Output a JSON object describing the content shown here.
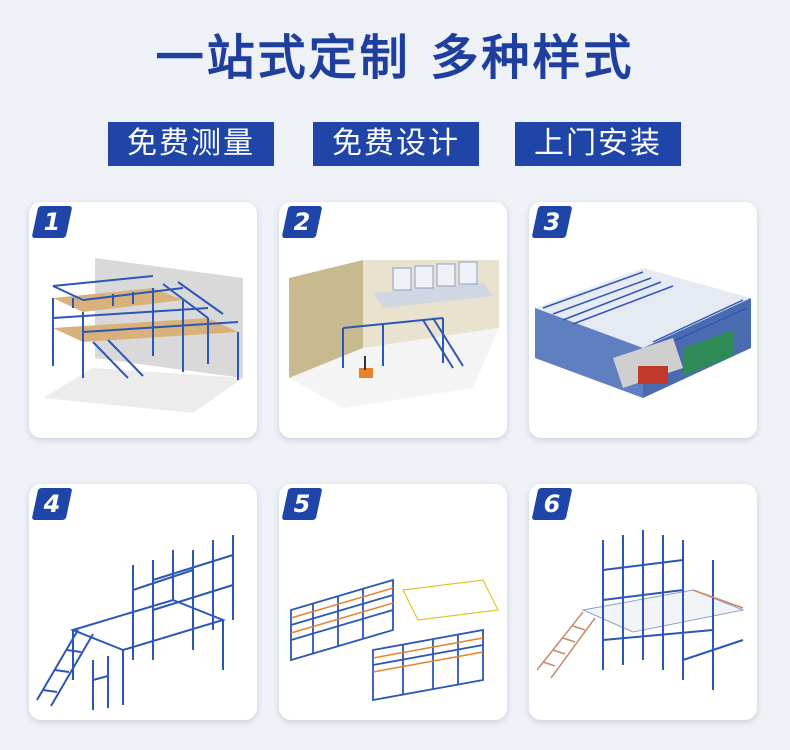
{
  "headline": "一站式定制 多种样式",
  "tags": [
    "免费测量",
    "免费设计",
    "上门安装"
  ],
  "cards": [
    {
      "number": "1",
      "icon": "steel-platform-with-stairs-illustration"
    },
    {
      "number": "2",
      "icon": "warehouse-mezzanine-with-forklift-illustration"
    },
    {
      "number": "3",
      "icon": "multi-tier-racking-warehouse-illustration"
    },
    {
      "number": "4",
      "icon": "two-level-rack-platform-illustration"
    },
    {
      "number": "5",
      "icon": "shelving-rack-layout-illustration"
    },
    {
      "number": "6",
      "icon": "rack-mezzanine-with-stairs-illustration"
    }
  ],
  "colors": {
    "brand_blue": "#1f45a8",
    "headline_blue": "#1f3f9e",
    "accent_orange": "#e8812a"
  }
}
